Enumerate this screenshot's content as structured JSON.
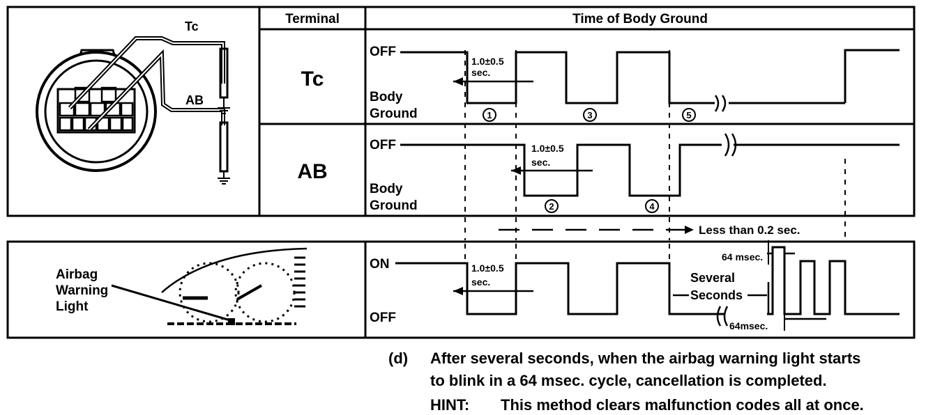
{
  "table": {
    "col_terminal": "Terminal",
    "col_time": "Time of Body Ground",
    "row_tc": "Tc",
    "row_ab": "AB"
  },
  "connector": {
    "tc": "Tc",
    "ab": "AB"
  },
  "levels": {
    "off": "OFF",
    "on": "ON",
    "body": "Body",
    "ground": "Ground"
  },
  "timing": {
    "duration": "1.0±0.5",
    "sec": "sec.",
    "less_than": "Less than 0.2 sec.",
    "msec_top": "64 msec.",
    "msec_bottom": "64msec.",
    "several": "Several",
    "seconds": "Seconds"
  },
  "steps": [
    "1",
    "2",
    "3",
    "4",
    "5"
  ],
  "light": {
    "line1": "Airbag",
    "line2": "Warning",
    "line3": "Light"
  },
  "notes": {
    "d_label": "(d)",
    "d_line1": "After several seconds, when the airbag warning light starts",
    "d_line2": "to blink in a 64 msec. cycle, cancellation is completed.",
    "hint_label": "HINT:",
    "hint_text": "This method clears malfunction codes all at once."
  }
}
